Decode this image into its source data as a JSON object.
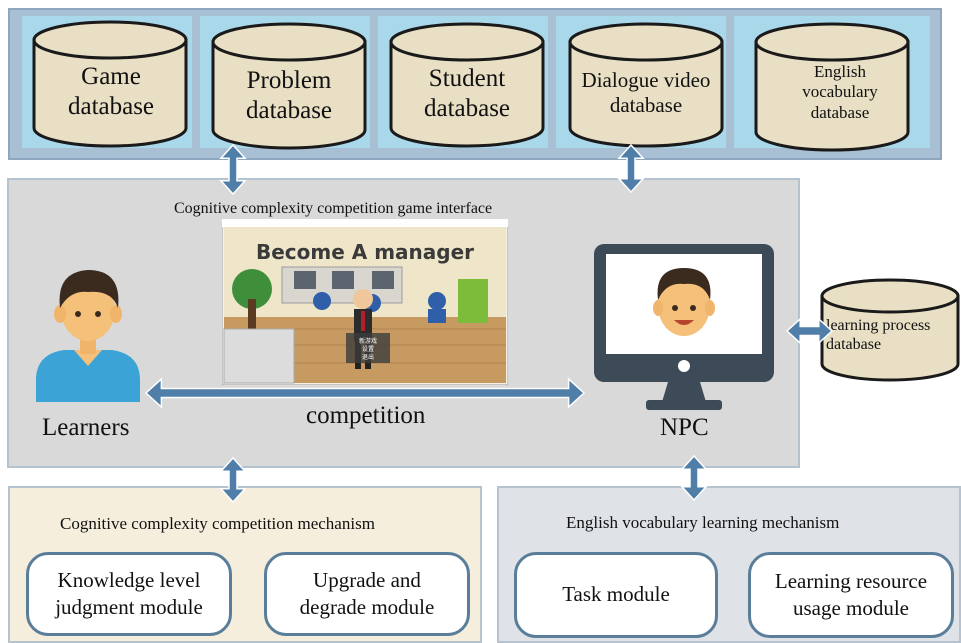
{
  "databases": [
    {
      "name": "Game\ndatabase"
    },
    {
      "name": "Problem\ndatabase"
    },
    {
      "name": "Student\ndatabase"
    },
    {
      "name": "Dialogue video\ndatabase"
    },
    {
      "name": "English\nvocabulary\ndatabase"
    }
  ],
  "interface_title": "Cognitive complexity competition game interface",
  "game_screenshot": {
    "title_text": "Become A manager",
    "menu_lines": [
      "新游戏",
      "设置",
      "退出"
    ]
  },
  "learners_label": "Learners",
  "competition_label": "competition",
  "npc_label": "NPC",
  "learning_process_db": "learning process\ndatabase",
  "left_mechanism": {
    "title": "Cognitive complexity competition mechanism",
    "modules": [
      "Knowledge level\njudgment module",
      "Upgrade and\ndegrade module"
    ]
  },
  "right_mechanism": {
    "title": "English vocabulary learning mechanism",
    "modules": [
      "Task module",
      "Learning resource\nusage module"
    ]
  },
  "colors": {
    "cylinder_fill": "#e8dfc4",
    "cylinder_stroke": "#1a1a1a",
    "arrow": "#4f7ea8",
    "module_border": "#5a7e9a",
    "skin": "#f5c07a",
    "hair": "#3b2a1e",
    "shirt": "#3ba3d6"
  }
}
